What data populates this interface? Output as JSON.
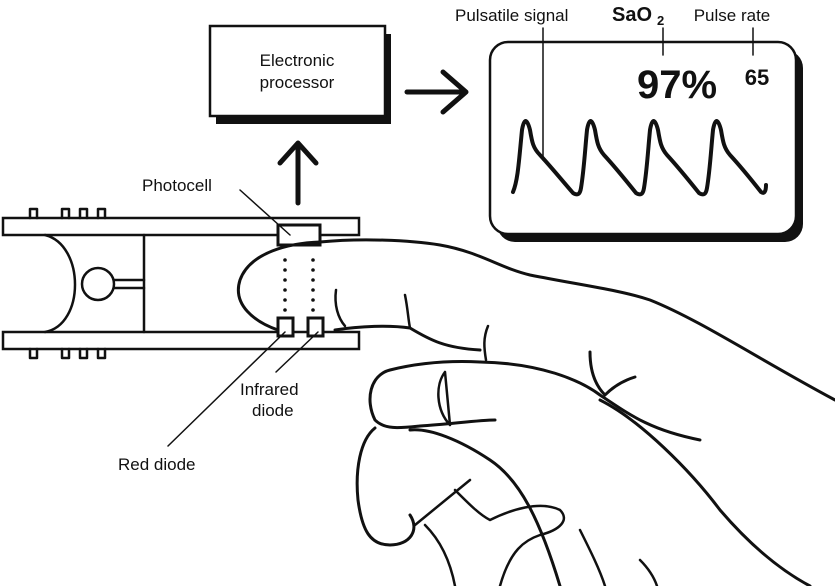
{
  "figure": {
    "processor_box": {
      "line1": "Electronic",
      "line2": "processor"
    },
    "monitor": {
      "label_pulsatile": "Pulsatile signal",
      "label_sao2_main": "SaO",
      "label_sao2_sub": "2",
      "label_pulse_rate": "Pulse rate",
      "sao2_value": "97%",
      "pulse_rate_value": "65"
    },
    "probe_labels": {
      "photocell": "Photocell",
      "infrared_line1": "Infrared",
      "infrared_line2": "diode",
      "red_diode": "Red diode"
    },
    "colors": {
      "ink": "#111111",
      "paper": "#ffffff"
    }
  }
}
